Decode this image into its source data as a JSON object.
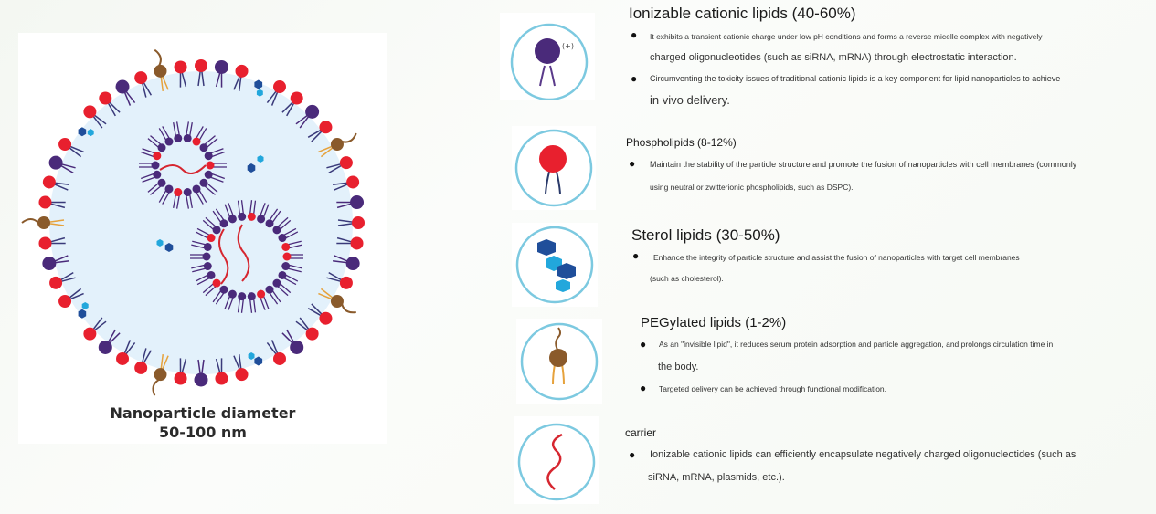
{
  "figure": {
    "caption_line1": "Nanoparticle diameter",
    "caption_line2": "50-100 nm"
  },
  "sections": [
    {
      "title": "Ionizable cationic lipids (40-60%)",
      "icon": "ionizable-lipid-icon",
      "icon_label": "(+)",
      "bullets": [
        [
          "It exhibits a transient cationic charge under low pH conditions and forms a reverse micelle complex with negatively",
          "charged oligonucleotides (such as siRNA, mRNA) through electrostatic interaction."
        ],
        [
          "Circumventing the toxicity issues of traditional cationic lipids is a key component for lipid nanoparticles to achieve",
          "in vivo delivery."
        ]
      ]
    },
    {
      "title": "Phospholipids (8-12%)",
      "icon": "phospholipid-icon",
      "bullets": [
        [
          "Maintain the stability of the particle structure and promote the fusion of nanoparticles with cell membranes (commonly",
          "using neutral or zwitterionic phospholipids, such as DSPC)."
        ]
      ]
    },
    {
      "title": "Sterol lipids (30-50%)",
      "icon": "sterol-icon",
      "bullets": [
        [
          "Enhance the integrity of particle structure and assist the fusion of nanoparticles with target cell membranes",
          "(such as cholesterol)."
        ]
      ]
    },
    {
      "title": "PEGylated lipids (1-2%)",
      "icon": "peg-lipid-icon",
      "bullets": [
        [
          "As an \"invisible lipid\", it reduces serum protein adsorption and particle aggregation, and prolongs circulation time in",
          "the body."
        ],
        [
          "Targeted delivery can be achieved through functional modification."
        ]
      ]
    },
    {
      "title": "carrier",
      "icon": "nucleic-acid-icon",
      "bullets": [
        [
          "Ionizable cationic lipids can efficiently encapsulate negatively charged oligonucleotides (such as",
          "siRNA, mRNA, plasmids, etc.)."
        ]
      ]
    }
  ],
  "colors": {
    "ionizable": "#4a2a7a",
    "phospholipid": "#e8202e",
    "sterol_dark": "#1f4e9a",
    "sterol_light": "#22a7dc",
    "peg": "#8a5a2b",
    "peg_tail": "#e6a23c",
    "rna": "#d6262f",
    "circle_outline": "#7cc9e0",
    "core_fill": "#e3f1fb"
  }
}
